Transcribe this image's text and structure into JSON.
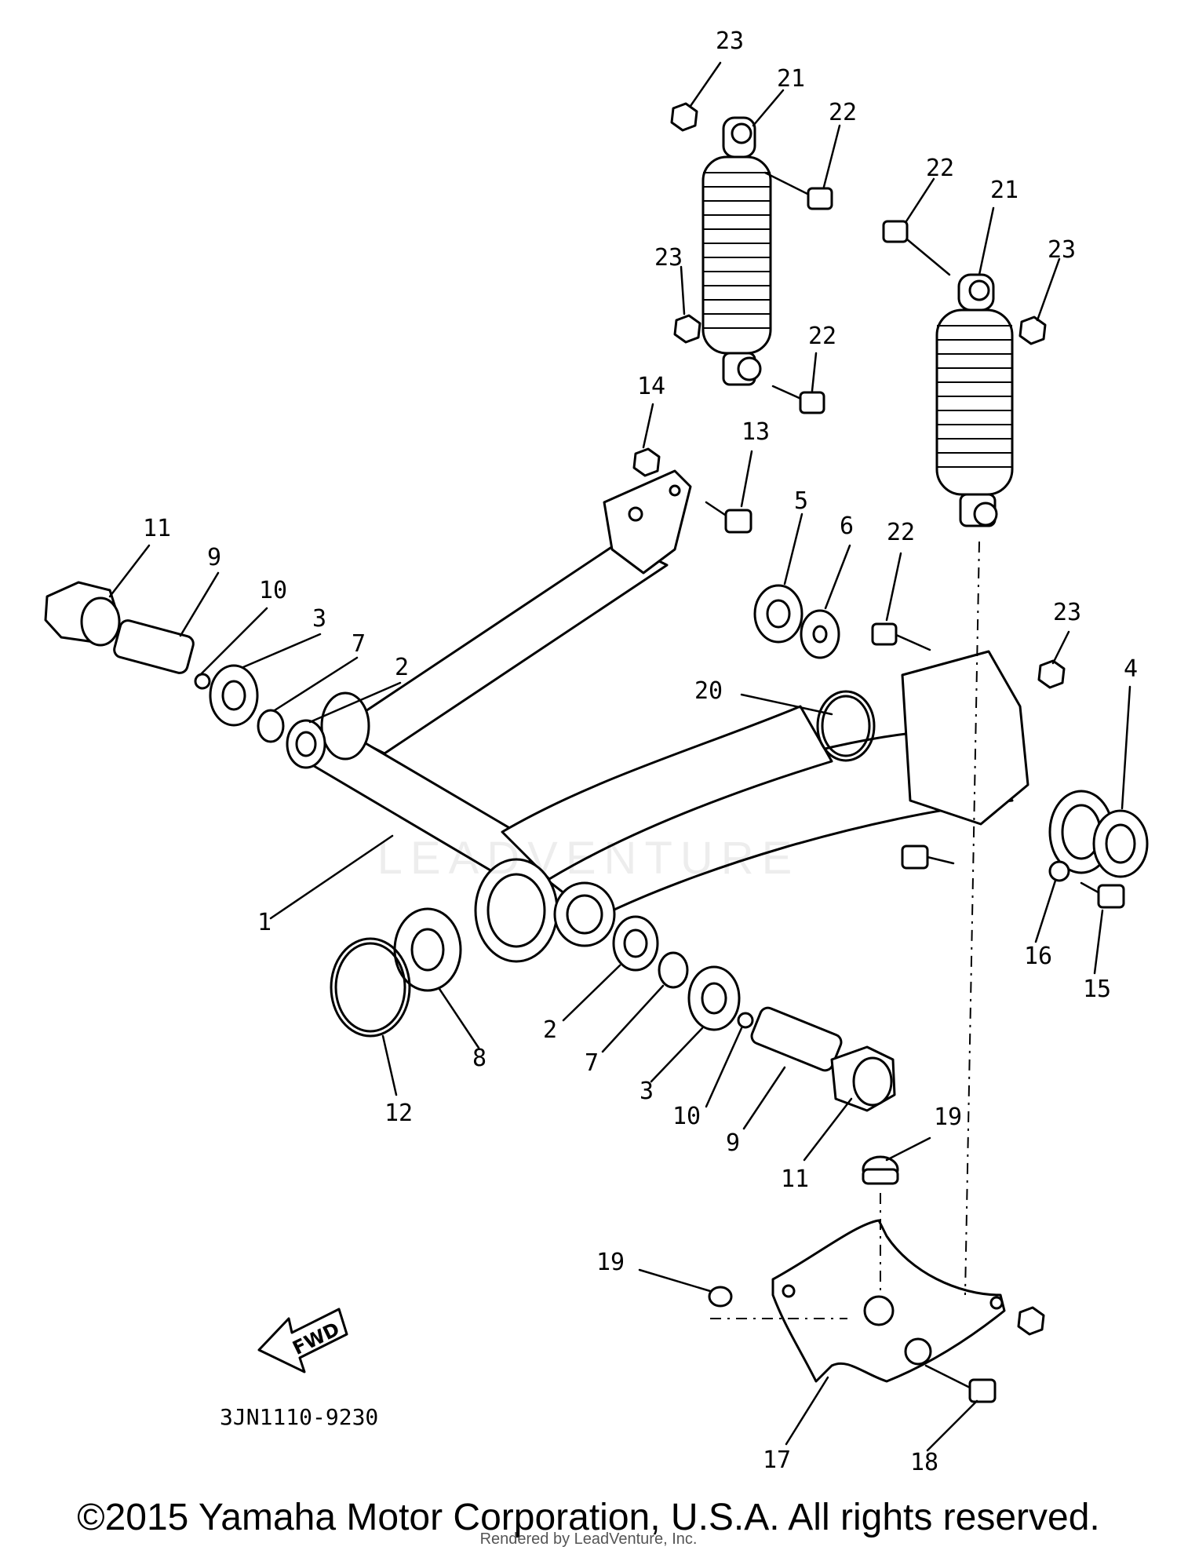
{
  "diagram": {
    "part_numbers": [
      "1",
      "2",
      "3",
      "4",
      "5",
      "6",
      "7",
      "8",
      "9",
      "10",
      "11",
      "12",
      "13",
      "14",
      "15",
      "16",
      "17",
      "18",
      "19",
      "20",
      "21",
      "22",
      "23"
    ],
    "callouts": [
      {
        "id": "c23a",
        "text": "23"
      },
      {
        "id": "c21a",
        "text": "21"
      },
      {
        "id": "c22a",
        "text": "22"
      },
      {
        "id": "c23b",
        "text": "23"
      },
      {
        "id": "c22b",
        "text": "22"
      },
      {
        "id": "c14",
        "text": "14"
      },
      {
        "id": "c13",
        "text": "13"
      },
      {
        "id": "c22c",
        "text": "22"
      },
      {
        "id": "c21b",
        "text": "21"
      },
      {
        "id": "c23c",
        "text": "23"
      },
      {
        "id": "c5",
        "text": "5"
      },
      {
        "id": "c6",
        "text": "6"
      },
      {
        "id": "c22d",
        "text": "22"
      },
      {
        "id": "c23d",
        "text": "23"
      },
      {
        "id": "c4",
        "text": "4"
      },
      {
        "id": "c11a",
        "text": "11"
      },
      {
        "id": "c9a",
        "text": "9"
      },
      {
        "id": "c10a",
        "text": "10"
      },
      {
        "id": "c3a",
        "text": "3"
      },
      {
        "id": "c7a",
        "text": "7"
      },
      {
        "id": "c2a",
        "text": "2"
      },
      {
        "id": "c20",
        "text": "20"
      },
      {
        "id": "c1",
        "text": "1"
      },
      {
        "id": "c16",
        "text": "16"
      },
      {
        "id": "c15",
        "text": "15"
      },
      {
        "id": "c12",
        "text": "12"
      },
      {
        "id": "c8",
        "text": "8"
      },
      {
        "id": "c2b",
        "text": "2"
      },
      {
        "id": "c7b",
        "text": "7"
      },
      {
        "id": "c3b",
        "text": "3"
      },
      {
        "id": "c10b",
        "text": "10"
      },
      {
        "id": "c9b",
        "text": "9"
      },
      {
        "id": "c11b",
        "text": "11"
      },
      {
        "id": "c19a",
        "text": "19"
      },
      {
        "id": "c19b",
        "text": "19"
      },
      {
        "id": "c17",
        "text": "17"
      },
      {
        "id": "c18",
        "text": "18"
      }
    ],
    "fwd_arrow_label": "FWD",
    "drawing_code": "3JN1110-9230"
  },
  "watermark": "LEADVENTURE",
  "footer": {
    "copyright": "©2015 Yamaha Motor Corporation, U.S.A. All rights reserved.",
    "rendered_by": "Rendered by LeadVenture, Inc."
  }
}
